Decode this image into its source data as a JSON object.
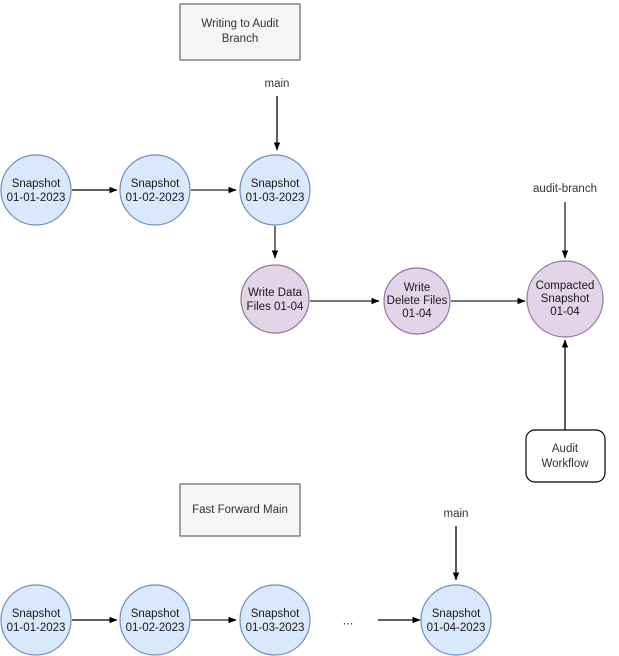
{
  "diagram": {
    "title_top": "Writing to Audit Branch",
    "title_bottom": "Fast Forward Main",
    "branch_label_main_top": "main",
    "branch_label_audit": "audit-branch",
    "branch_label_main_bottom": "main",
    "ellipsis": "...",
    "colors": {
      "snapshot_fill": "#dae8fc",
      "snapshot_stroke": "#6c8ebf",
      "audit_fill": "#e1d5e7",
      "audit_stroke": "#9673a6",
      "label_box_fill": "#f5f5f5",
      "label_box_stroke": "#666666",
      "workflow_box_fill": "#ffffff",
      "workflow_box_stroke": "#000000",
      "edge": "#000000"
    }
  },
  "top_section": {
    "box_label_line1": "Writing to Audit",
    "box_label_line2": "Branch",
    "nodes": [
      {
        "id": "snap-01-01",
        "line1": "Snapshot",
        "line2": "01-01-2023",
        "type": "snapshot"
      },
      {
        "id": "snap-01-02",
        "line1": "Snapshot",
        "line2": "01-02-2023",
        "type": "snapshot"
      },
      {
        "id": "snap-01-03",
        "line1": "Snapshot",
        "line2": "01-03-2023",
        "type": "snapshot"
      },
      {
        "id": "write-data-files",
        "line1": "Write Data",
        "line2": "Files 01-04",
        "type": "audit"
      },
      {
        "id": "write-delete-files",
        "line1": "Write",
        "line2": "Delete Files",
        "line3": "01-04",
        "type": "audit"
      },
      {
        "id": "compacted-snapshot",
        "line1": "Compacted",
        "line2": "Snapshot",
        "line3": "01-04",
        "type": "audit"
      }
    ],
    "workflow_box": {
      "line1": "Audit",
      "line2": "Workflow"
    }
  },
  "bottom_section": {
    "box_label": "Fast Forward Main",
    "nodes": [
      {
        "id": "ff-snap-01-01",
        "line1": "Snapshot",
        "line2": "01-01-2023",
        "type": "snapshot"
      },
      {
        "id": "ff-snap-01-02",
        "line1": "Snapshot",
        "line2": "01-02-2023",
        "type": "snapshot"
      },
      {
        "id": "ff-snap-01-03",
        "line1": "Snapshot",
        "line2": "01-03-2023",
        "type": "snapshot"
      },
      {
        "id": "ff-snap-01-04",
        "line1": "Snapshot",
        "line2": "01-04-2023",
        "type": "snapshot"
      }
    ]
  }
}
